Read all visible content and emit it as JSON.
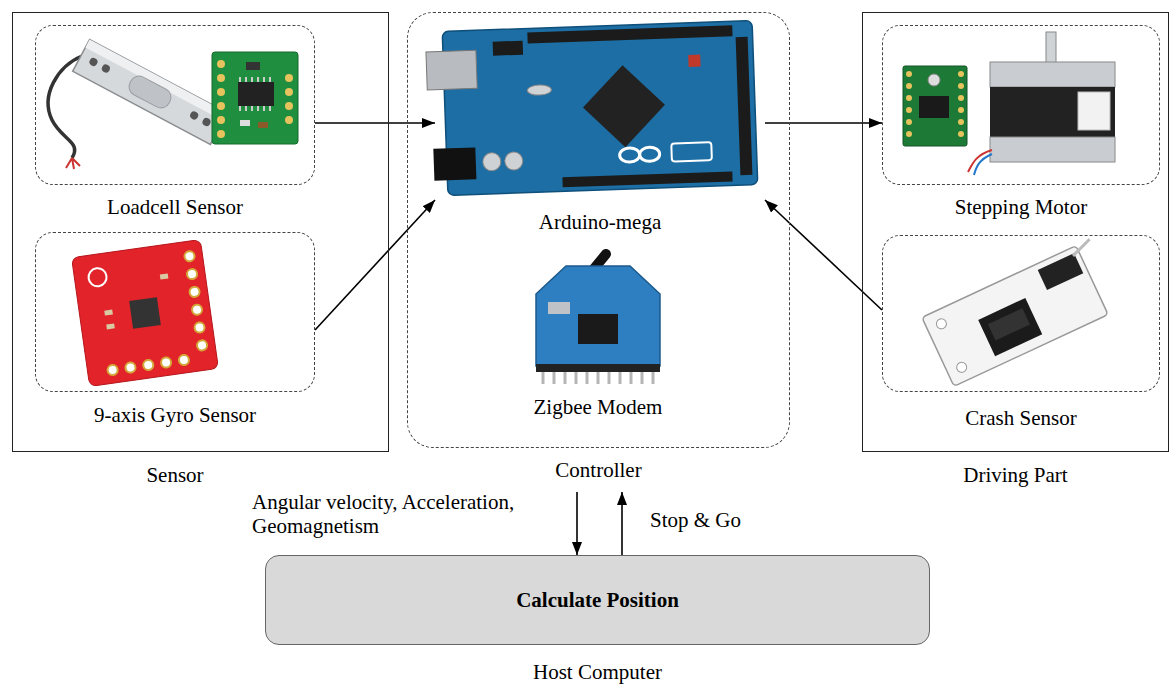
{
  "diagram": {
    "nodes": [
      {
        "text": [
          "Sensor"
        ]
      },
      {
        "text": [
          "Loadcell Sensor"
        ],
        "in": 0
      },
      {
        "text": [
          "9-axis Gyro Sensor"
        ],
        "in": 0
      },
      {
        "text": [
          "Controller"
        ]
      },
      {
        "text": [
          "Arduino-mega"
        ],
        "in": 3
      },
      {
        "text": [
          "Zigbee Modem"
        ],
        "in": 3
      },
      {
        "text": [
          "Driving Part"
        ]
      },
      {
        "text": [
          "Stepping Motor"
        ],
        "in": 6
      },
      {
        "text": [
          "Crash Sensor"
        ],
        "in": 6
      },
      {
        "text": [
          "Calculate Position",
          "Host Computer"
        ]
      }
    ],
    "edges": [
      {
        "from": 1,
        "to": 4,
        "arrow": "to"
      },
      {
        "from": 2,
        "to": 4,
        "arrow": "to"
      },
      {
        "from": 4,
        "to": 7,
        "arrow": "to"
      },
      {
        "from": 8,
        "to": 4,
        "arrow": "to"
      },
      {
        "from": 3,
        "to": 9,
        "label": "Angular velocity, Acceleration, Geomagnetism",
        "arrow": "to"
      },
      {
        "from": 9,
        "to": 3,
        "label": "Stop & Go",
        "arrow": "to"
      }
    ]
  }
}
